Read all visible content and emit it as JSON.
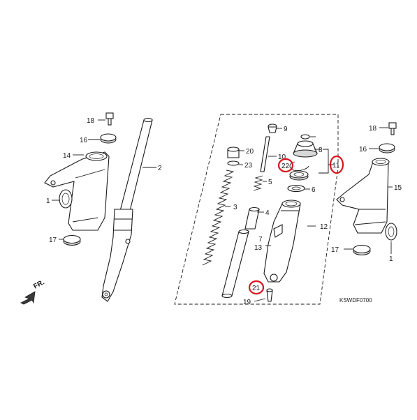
{
  "diagram": {
    "code": "KSWDF0700",
    "direction_label": "FR.",
    "labels": {
      "l18a": "18",
      "l16a": "16",
      "l14": "14",
      "l1a": "1",
      "l17a": "17",
      "l2": "2",
      "l9": "9",
      "l20": "20",
      "l23": "23",
      "l10": "10",
      "l8": "8",
      "l22": "22",
      "l11": "11",
      "l5": "5",
      "l6": "6",
      "l3": "3",
      "l4": "4",
      "l12": "12",
      "l7": "7",
      "l13": "13",
      "l21": "21",
      "l19": "19",
      "l18b": "18",
      "l16b": "16",
      "l15": "15",
      "l17b": "17",
      "l1b": "1"
    },
    "highlight_color": "#d9141d",
    "line_color": "#1a1a1a"
  }
}
